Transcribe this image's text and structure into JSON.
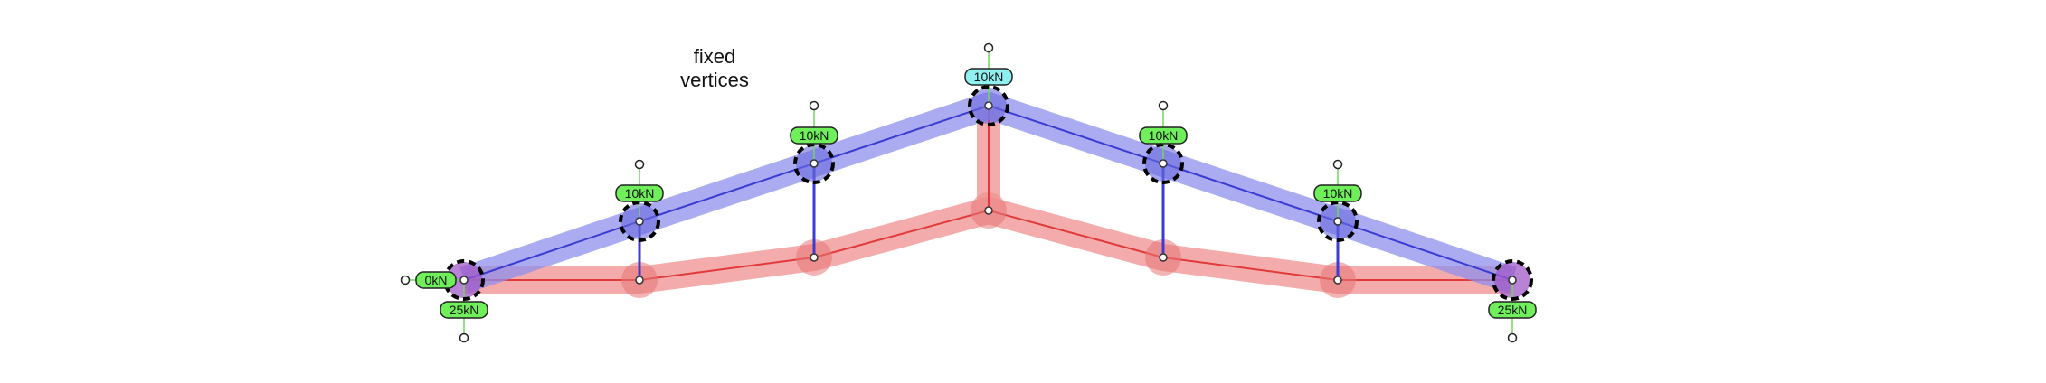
{
  "caption": {
    "line1": "fixed",
    "line2": "vertices"
  },
  "colors": {
    "top_chord": "#5a5ad8",
    "top_chord_fill": "#9d9df2",
    "bottom_chord": "#e03a3a",
    "bottom_chord_fill": "#f2a0a0",
    "vertical": "#3b3bd6",
    "load_tag_fill": "#6fef5a",
    "apex_tag_fill": "#8ff0f0",
    "fixed_marker": "#000000"
  },
  "loads": {
    "left_support_horizontal": "0kN",
    "left_support_reaction": "25kN",
    "panel_1": "10kN",
    "panel_2": "10kN",
    "apex": "10kN",
    "panel_4": "10kN",
    "panel_5": "10kN",
    "right_support_reaction": "25kN"
  }
}
